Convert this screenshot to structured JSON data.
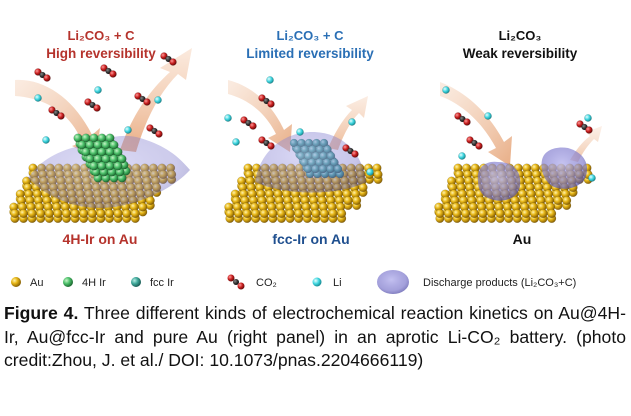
{
  "panels": [
    {
      "formula": "Li₂CO₃ + C",
      "subtitle": "High reversibility",
      "label": "4H-Ir on Au",
      "subtitle_color": "#b5332c",
      "label_color": "#b5332c"
    },
    {
      "formula": "Li₂CO₃ + C",
      "subtitle": "Limited reversibility",
      "label": "fcc-Ir on Au",
      "subtitle_color": "#2a6fb5",
      "label_color": "#1f4f8f"
    },
    {
      "formula": "Li₂CO₃",
      "subtitle": "Weak reversibility",
      "label": "Au",
      "subtitle_color": "#111111",
      "label_color": "#111111"
    }
  ],
  "legend": {
    "au": "Au",
    "ir_4h": "4H Ir",
    "ir_fcc": "fcc Ir",
    "co2": "CO₂",
    "li": "Li",
    "discharge": "Discharge products (Li₂CO₃+C)"
  },
  "colors": {
    "au": "#e0b21c",
    "ir_4h": "#4cc06a",
    "ir_fcc": "#3fa89a",
    "co2_o": "#c81e1e",
    "co2_c": "#333333",
    "li": "#3fd6e0",
    "discharge": "#8a86d4"
  },
  "caption": {
    "label": "Figure 4.",
    "text": " Three different kinds of electrochemical reaction kinetics on Au@4H-Ir, Au@fcc-Ir and pure Au (right panel) in an aprotic Li-CO₂ battery. (photo credit:Zhou, J. et al./ DOI: 10.1073/pnas.2204666119)"
  }
}
